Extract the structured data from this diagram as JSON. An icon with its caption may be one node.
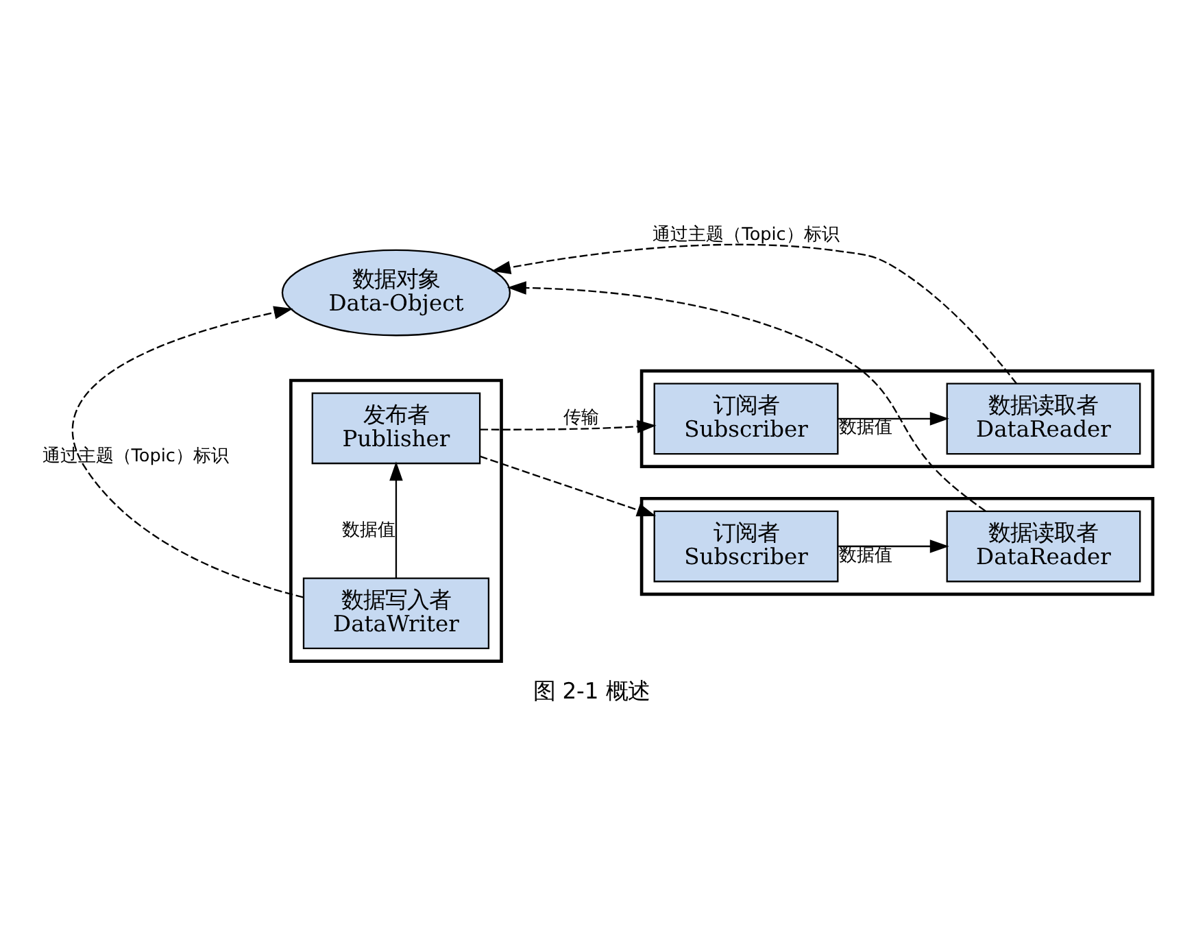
{
  "diagram": {
    "caption": "图 2-1 概述",
    "nodes": [
      {
        "text": [
          "数据对象",
          "Data-Object"
        ]
      },
      {
        "text": [],
        "shape": "box"
      },
      {
        "text": [
          "发布者",
          "Publisher"
        ],
        "in": 1
      },
      {
        "text": [
          "数据写入者",
          "DataWriter"
        ],
        "in": 1
      },
      {
        "text": [],
        "shape": "box"
      },
      {
        "text": [
          "订阅者",
          "Subscriber"
        ],
        "in": 4
      },
      {
        "text": [
          "数据读取者",
          "DataReader"
        ],
        "in": 4
      },
      {
        "text": [],
        "shape": "box"
      },
      {
        "text": [
          "订阅者",
          "Subscriber"
        ],
        "in": 7
      },
      {
        "text": [
          "数据读取者",
          "DataReader"
        ],
        "in": 7
      }
    ],
    "edges": [
      {
        "from": 3,
        "to": 2,
        "arrow": "to",
        "label": "数据值"
      },
      {
        "from": 2,
        "to": 5,
        "arrow": "to",
        "style": "dashed",
        "label": "传输"
      },
      {
        "from": 2,
        "to": 8,
        "arrow": "to",
        "style": "dashed"
      },
      {
        "from": 5,
        "to": 6,
        "arrow": "to",
        "label": "数据值"
      },
      {
        "from": 8,
        "to": 9,
        "arrow": "to",
        "label": "数据值"
      },
      {
        "from": 3,
        "to": 0,
        "arrow": "to",
        "style": "dashed",
        "label": "通过主题（Topic）标识"
      },
      {
        "from": 6,
        "to": 0,
        "arrow": "to",
        "style": "dashed",
        "label": "通过主题（Topic）标识"
      },
      {
        "from": 9,
        "to": 0,
        "arrow": "to",
        "style": "dashed"
      }
    ]
  }
}
